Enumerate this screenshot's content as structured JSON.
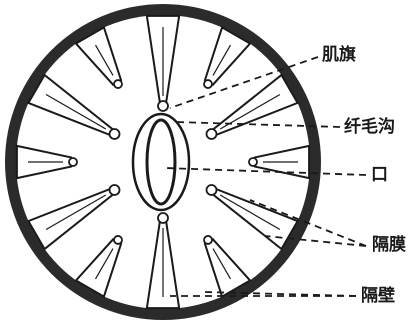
{
  "labels": {
    "muscle_banner": "肌旗",
    "siphonoglyph": "纤毛沟",
    "mouth": "口",
    "mesentery": "隔膜",
    "septum": "隔壁"
  },
  "colors": {
    "ink": "#1a1a1a",
    "paper": "#ffffff",
    "wall": "#2b2b2b"
  }
}
